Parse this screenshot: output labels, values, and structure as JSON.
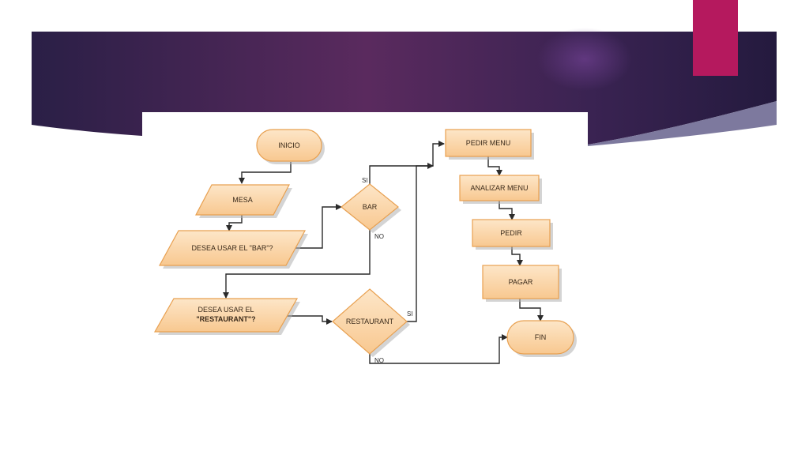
{
  "colors": {
    "banner_dark": "#2a1f46",
    "banner_mid": "#5a2a5e",
    "accent_tab": "#b5195e",
    "shape_fill": "#fcd9b0",
    "shape_stroke": "#e8a050"
  },
  "flowchart": {
    "inicio": "INICIO",
    "mesa": "MESA",
    "desea_bar": "DESEA USAR EL \"BAR\"?",
    "desea_rest_line1": "DESEA USAR EL",
    "desea_rest_line2": "\"RESTAURANT\"?",
    "bar": "BAR",
    "restaurant": "RESTAURANT",
    "pedir_menu": "PEDIR MENU",
    "analizar_menu": "ANALIZAR MENU",
    "pedir": "PEDIR",
    "pagar": "PAGAR",
    "fin": "FIN",
    "bar_si": "SI",
    "bar_no": "NO",
    "rest_si": "SI",
    "rest_no": "NO"
  }
}
